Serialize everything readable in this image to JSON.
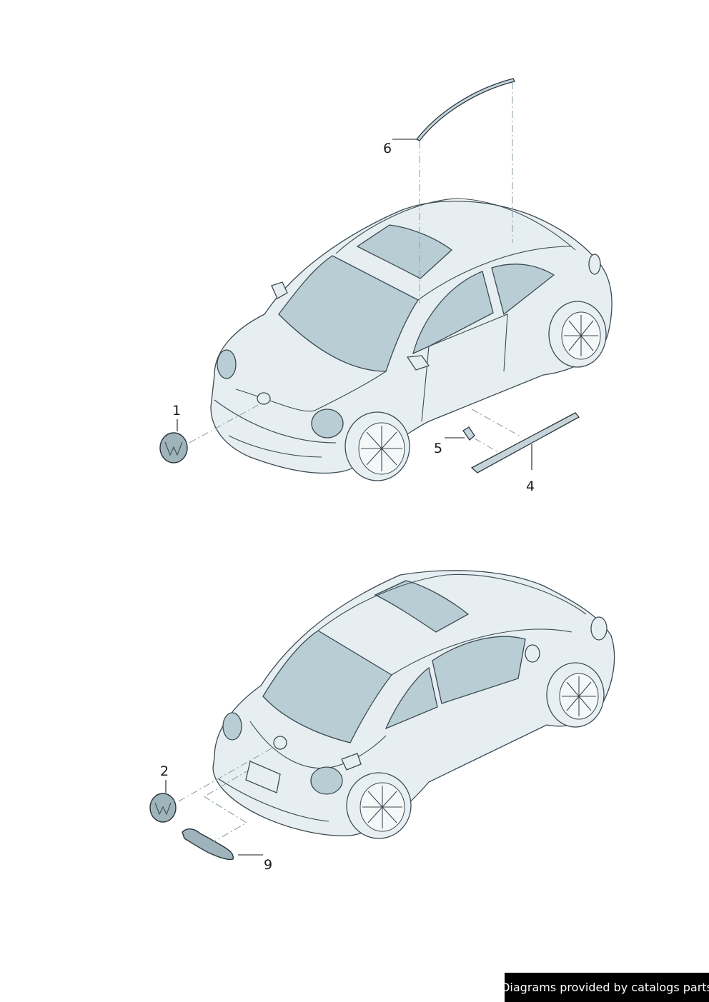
{
  "callouts": {
    "c1": "1",
    "c2": "2",
    "c4": "4",
    "c5": "5",
    "c6": "6",
    "c9": "9"
  },
  "credit": "Diagrams provided by catalogs parts",
  "colors": {
    "body": "#e6eef1",
    "glass": "#b9cdd5",
    "outline": "#3b4a52",
    "dash": "#8ea4ae"
  }
}
